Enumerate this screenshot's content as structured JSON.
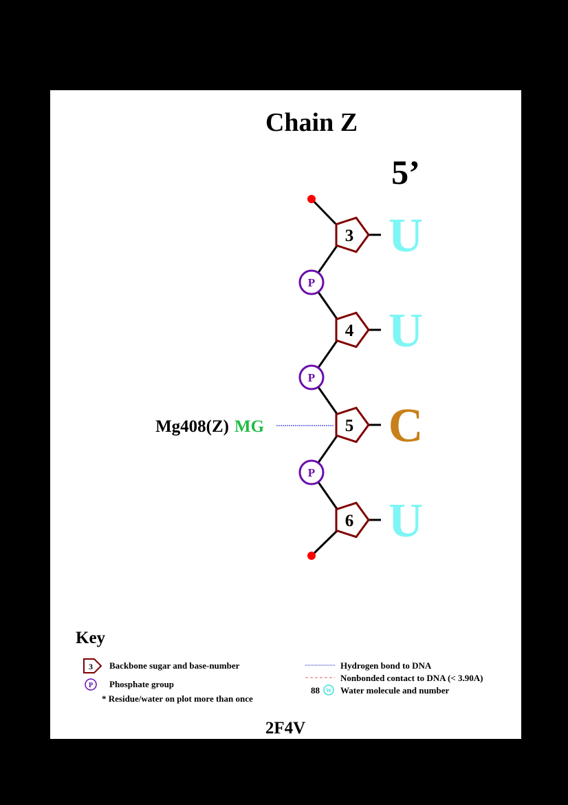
{
  "title": "Chain Z",
  "end_label": "5’",
  "residues": [
    {
      "number": "3",
      "base": "U",
      "base_color": "#7ff5f5"
    },
    {
      "number": "4",
      "base": "U",
      "base_color": "#7ff5f5"
    },
    {
      "number": "5",
      "base": "C",
      "base_color": "#c8801a"
    },
    {
      "number": "6",
      "base": "U",
      "base_color": "#7ff5f5"
    }
  ],
  "phosphate_label": "P",
  "ligand": {
    "name": "Mg408(Z)",
    "type": "MG",
    "type_color": "#22bb44",
    "bond": "hydrogen"
  },
  "key": {
    "heading": "Key",
    "sugar_example": "3",
    "sugar_label": "Backbone sugar and base-number",
    "phosphate_example": "P",
    "phosphate_label": "Phosphate group",
    "multi_label": "* Residue/water on plot more than once",
    "hbond_label": "Hydrogen bond to DNA",
    "nonbonded_label": "Nonbonded contact to DNA (< 3.90A)",
    "water_number": "88",
    "water_symbol": "W",
    "water_label": "Water molecule and number"
  },
  "pdb_id": "2F4V",
  "colors": {
    "background": "#000000",
    "panel": "#ffffff",
    "sugar": "#800000",
    "phosphate": "#6a0dad",
    "terminal": "#ff0000",
    "hbond": "#1010cc",
    "nonbonded": "#e06060",
    "water": "#40e0e0"
  }
}
